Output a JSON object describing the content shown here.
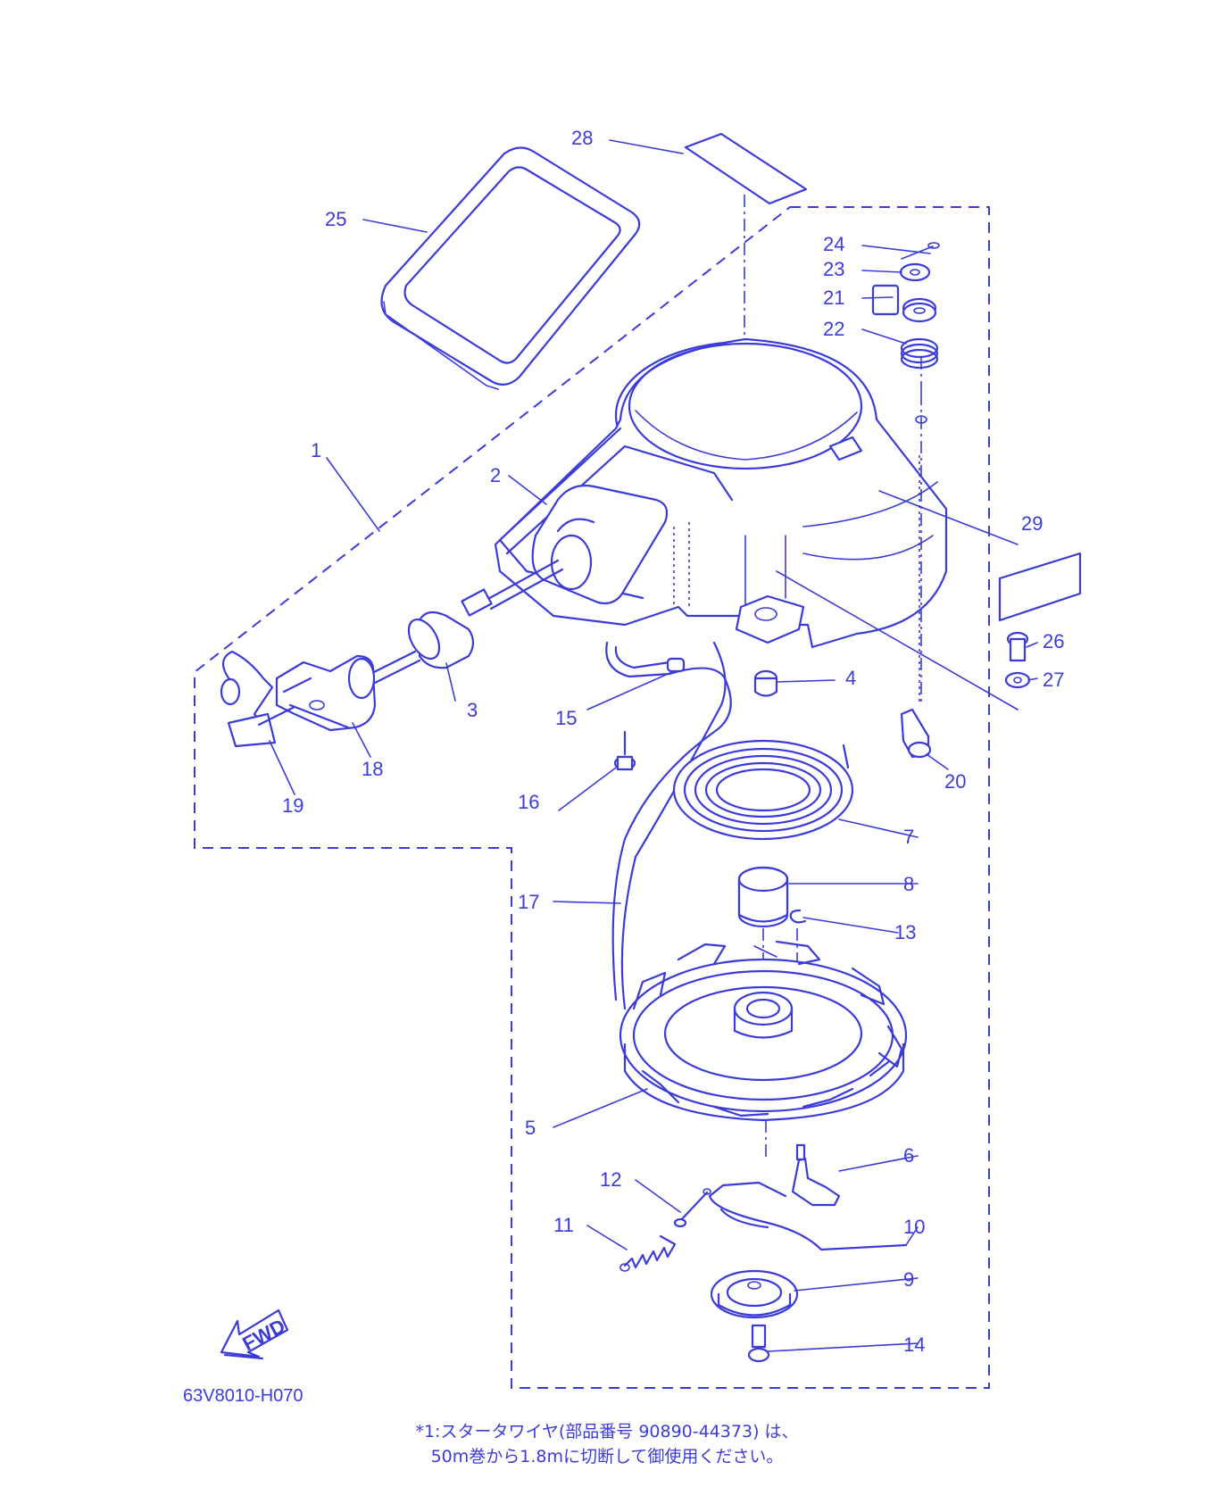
{
  "diagram": {
    "accent_color": "#3b3bd9",
    "part_labels": [
      "1",
      "2",
      "3",
      "4",
      "5",
      "6",
      "7",
      "8",
      "9",
      "10",
      "11",
      "12",
      "13",
      "14",
      "15",
      "16",
      "17",
      "18",
      "19",
      "20",
      "21",
      "22",
      "23",
      "24",
      "25",
      "26",
      "27",
      "28",
      "29"
    ],
    "fwd_label": "FWD",
    "drawing_code": "63V8010-H070",
    "note_line1": "*1:スタータワイヤ(部品番号 90890-44373) は、",
    "note_line2": "50m巻から1.8mに切断して御使用ください。"
  }
}
